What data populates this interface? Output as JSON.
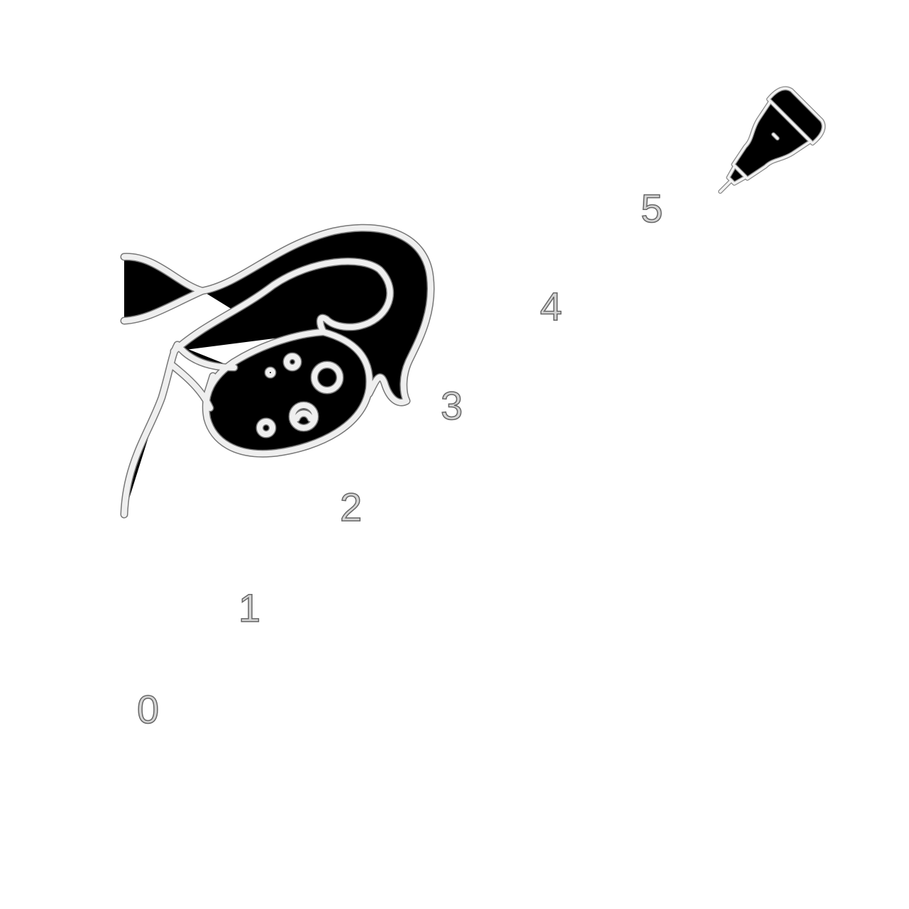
{
  "scale": {
    "labels": [
      "0",
      "1",
      "2",
      "3",
      "4",
      "5"
    ]
  },
  "illustration": {
    "subject-icon": "ovary-fallopian-tube-icon",
    "tool-icon": "ultrasound-probe-icon"
  },
  "colors": {
    "line_fill": "#efefef",
    "line_outline": "#777777",
    "number_fill": "#d4d4d4"
  }
}
